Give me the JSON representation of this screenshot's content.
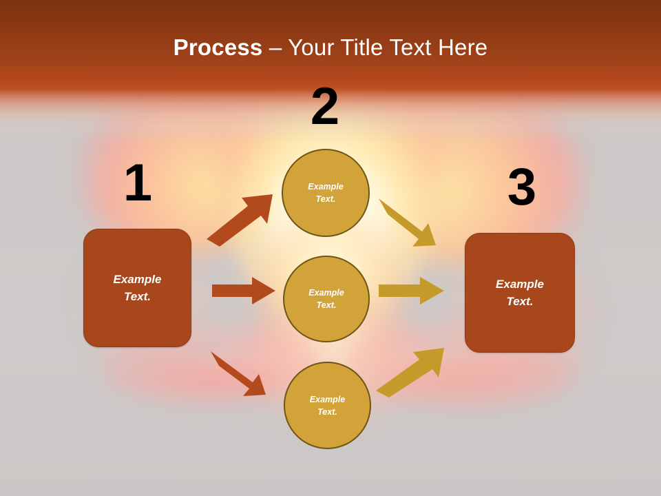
{
  "slide": {
    "title_bold": "Process",
    "title_rest": " – Your Title Text Here",
    "background_description": "explosion mushroom cloud"
  },
  "theme": {
    "header_top_color": "#7d3210",
    "header_mid_color": "#b54a1c",
    "slide_background_color": "#cdc9c8",
    "box_fill_color": "#a8471b",
    "box_border_color": "#8d3b16",
    "circle_fill_color": "#d2a338",
    "circle_border_color": "#6e5417",
    "arrow_left_color": "#b24a1e",
    "arrow_right_color": "#c69a2a",
    "number_color": "#000000",
    "text_color": "#ffffff"
  },
  "steps": [
    {
      "number": "1",
      "label": "step-one"
    },
    {
      "number": "2",
      "label": "step-two"
    },
    {
      "number": "3",
      "label": "step-three"
    }
  ],
  "boxes": {
    "left": {
      "line1": "Example",
      "line2": "Text."
    },
    "right": {
      "line1": "Example",
      "line2": "Text."
    }
  },
  "circles": [
    {
      "line1": "Example",
      "line2": "Text."
    },
    {
      "line1": "Example",
      "line2": "Text."
    },
    {
      "line1": "Example",
      "line2": "Text."
    }
  ],
  "arrows": [
    {
      "name": "left-box-to-top-circle",
      "direction": "up-right",
      "color": "#b24a1e"
    },
    {
      "name": "left-box-to-middle-circle",
      "direction": "right",
      "color": "#b24a1e"
    },
    {
      "name": "left-box-to-bottom-circle",
      "direction": "down-right",
      "color": "#b24a1e"
    },
    {
      "name": "top-circle-to-right-box",
      "direction": "down-right",
      "color": "#c69a2a"
    },
    {
      "name": "middle-circle-to-right-box",
      "direction": "right",
      "color": "#c69a2a"
    },
    {
      "name": "bottom-circle-to-right-box",
      "direction": "up-right",
      "color": "#c69a2a"
    }
  ]
}
